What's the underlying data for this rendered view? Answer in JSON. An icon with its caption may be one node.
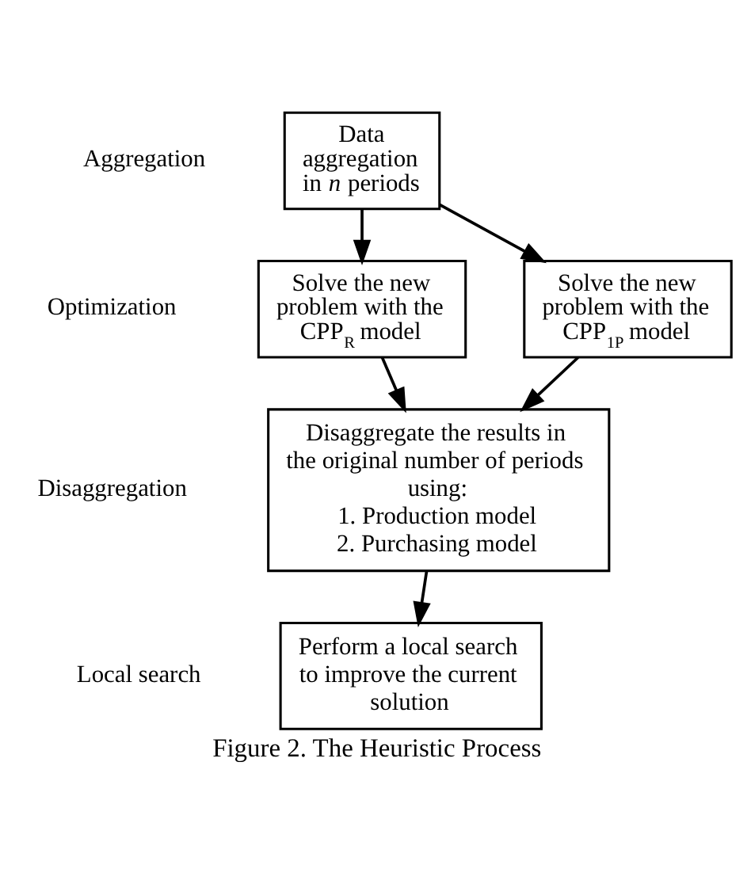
{
  "diagram": {
    "caption": "Figure 2. The Heuristic Process",
    "nodes": [
      {
        "text": [
          "Data aggregation in *n* periods"
        ]
      },
      {
        "text": [
          "Solve the new problem with the CPP$_{R}$ model"
        ]
      },
      {
        "text": [
          "Solve the new problem with the CPP$_{1P}$ model"
        ]
      },
      {
        "text": [
          "Disaggregate the results in the original number of periods using:",
          "1. Production model",
          "2. Purchasing model"
        ]
      },
      {
        "text": [
          "Perform a local search to improve the current solution"
        ]
      }
    ],
    "edges": [
      {
        "from": 0,
        "to": 1,
        "arrow": "to"
      },
      {
        "from": 0,
        "to": 2,
        "arrow": "to"
      },
      {
        "from": 1,
        "to": 3,
        "arrow": "to"
      },
      {
        "from": 2,
        "to": 3,
        "arrow": "to"
      },
      {
        "from": 3,
        "to": 4,
        "arrow": "to"
      }
    ],
    "labels": [
      "Aggregation",
      "Optimization",
      "Disaggregation",
      "Local search"
    ]
  }
}
